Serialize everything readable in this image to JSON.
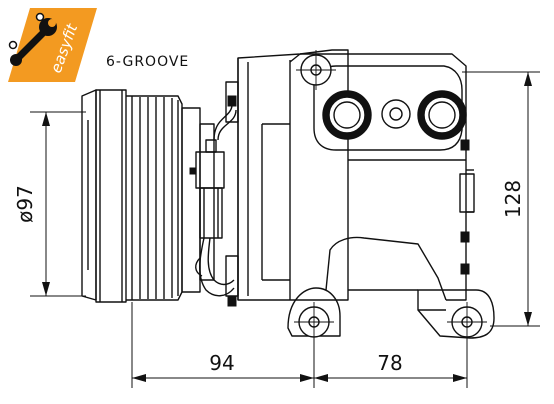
{
  "logo": {
    "brand": "easyfit",
    "badge_color": "#f39a21",
    "icon": "wrench-icon"
  },
  "labels": {
    "groove": "6-GROOVE",
    "diameter": "ø97",
    "height": "128",
    "width_left": "94",
    "width_right": "78"
  },
  "colors": {
    "line": "#111111",
    "background": "#ffffff"
  }
}
